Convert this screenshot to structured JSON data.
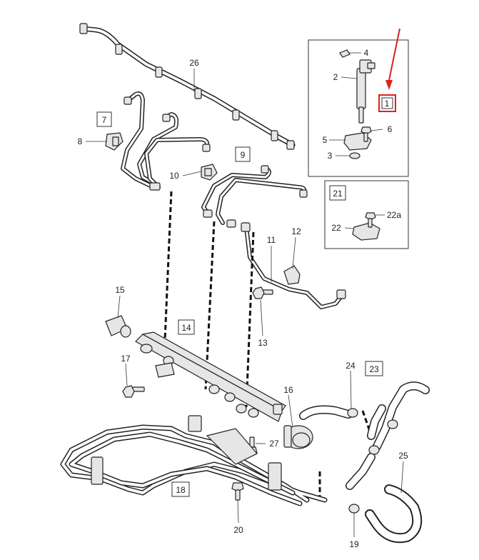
{
  "callouts": {
    "c1": "1",
    "c2": "2",
    "c3": "3",
    "c4": "4",
    "c5": "5",
    "c6": "6",
    "c7": "7",
    "c8": "8",
    "c9": "9",
    "c10": "10",
    "c11": "11",
    "c12": "12",
    "c13": "13",
    "c14": "14",
    "c15": "15",
    "c16": "16",
    "c17": "17",
    "c18": "18",
    "c19": "19",
    "c20": "20",
    "c21": "21",
    "c22": "22",
    "c22a": "22a",
    "c23": "23",
    "c24": "24",
    "c25": "25",
    "c26": "26",
    "c27": "27"
  },
  "colors": {
    "line": "#222222",
    "part_fill": "#e6e6e6",
    "highlight": "#e02020"
  }
}
